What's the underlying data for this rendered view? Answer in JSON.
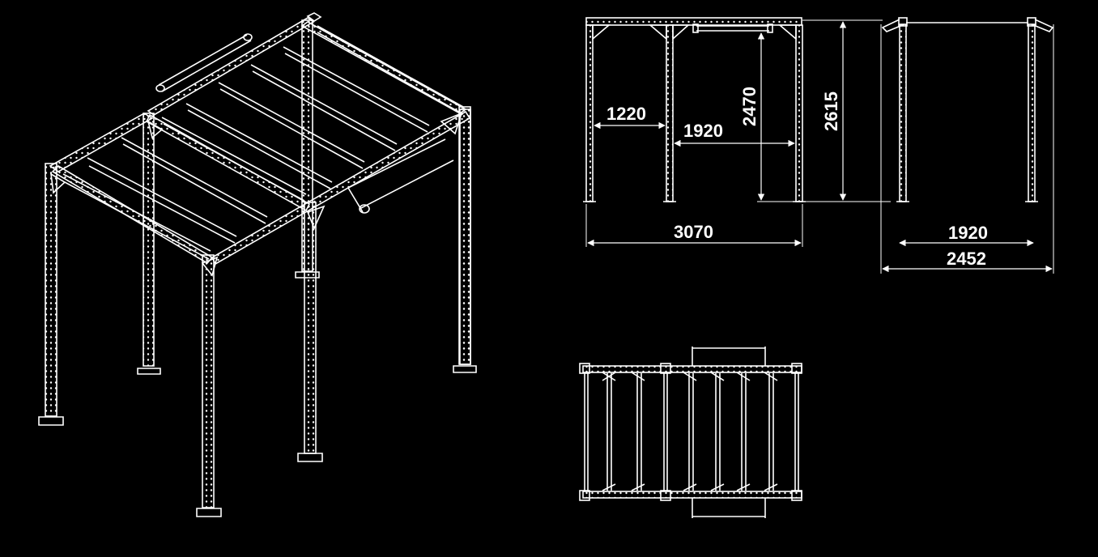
{
  "colors": {
    "background": "#000000",
    "line": "#ffffff"
  },
  "dimensions": {
    "front_width": "1220",
    "front_span": "1920",
    "front_total": "3070",
    "pullup_height": "2470",
    "total_height": "2615",
    "side_span": "1920",
    "side_total": "2452"
  }
}
